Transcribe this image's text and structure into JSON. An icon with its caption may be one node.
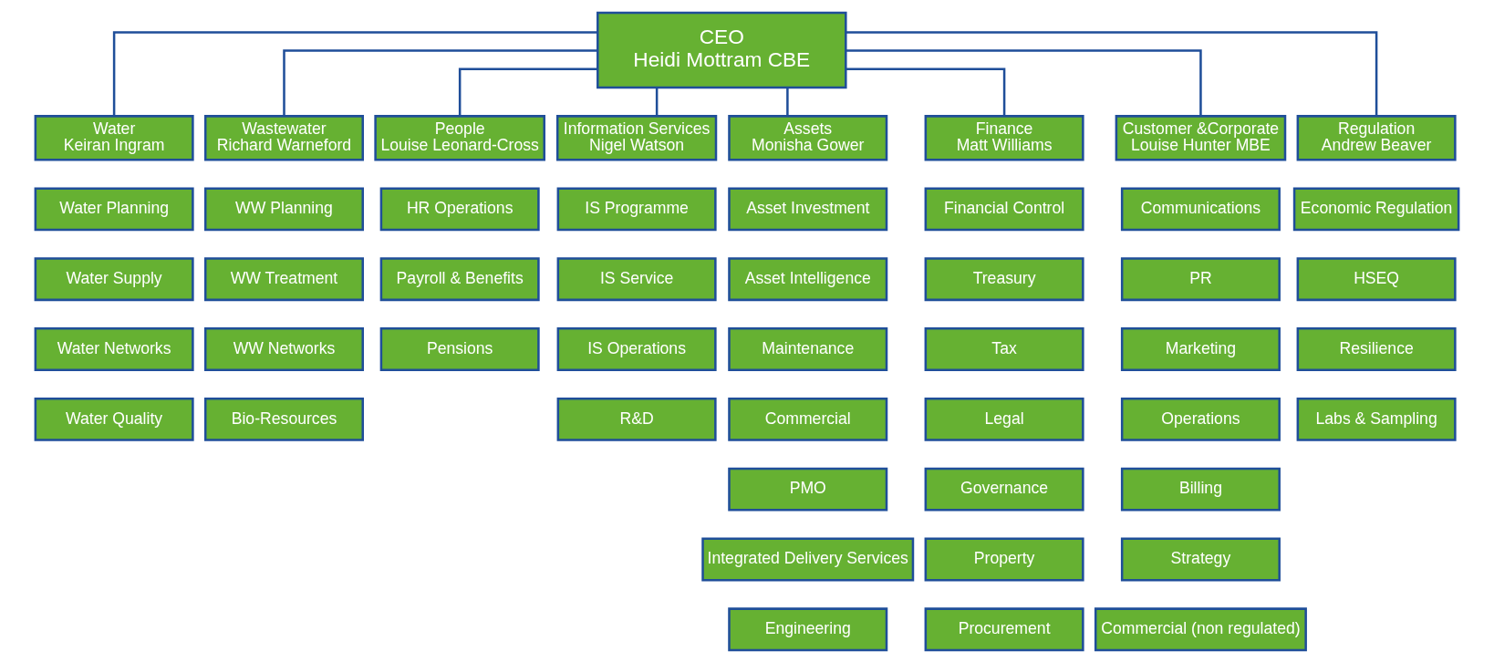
{
  "diagram": {
    "nodes": [
      {
        "text": [
          "CEO",
          "Heidi Mottram CBE"
        ]
      },
      {
        "text": [
          "Water",
          "Keiran Ingram"
        ]
      },
      {
        "text": [
          "Wastewater",
          "Richard Warneford"
        ]
      },
      {
        "text": [
          "People",
          "Louise Leonard-Cross"
        ]
      },
      {
        "text": [
          "Information Services",
          "Nigel Watson"
        ]
      },
      {
        "text": [
          "Assets",
          "Monisha Gower"
        ]
      },
      {
        "text": [
          "Finance",
          "Matt Williams"
        ]
      },
      {
        "text": [
          "Customer &Corporate",
          "Louise Hunter MBE"
        ]
      },
      {
        "text": [
          "Regulation",
          "Andrew Beaver"
        ]
      },
      {
        "text": [
          "Water Planning"
        ]
      },
      {
        "text": [
          "Water Supply"
        ]
      },
      {
        "text": [
          "Water Networks"
        ]
      },
      {
        "text": [
          "Water Quality"
        ]
      },
      {
        "text": [
          "WW Planning"
        ]
      },
      {
        "text": [
          "WW Treatment"
        ]
      },
      {
        "text": [
          "WW Networks"
        ]
      },
      {
        "text": [
          "Bio-Resources"
        ]
      },
      {
        "text": [
          "HR Operations"
        ]
      },
      {
        "text": [
          "Payroll & Benefits"
        ]
      },
      {
        "text": [
          "Pensions"
        ]
      },
      {
        "text": [
          "IS Programme"
        ]
      },
      {
        "text": [
          "IS Service"
        ]
      },
      {
        "text": [
          "IS Operations"
        ]
      },
      {
        "text": [
          "R&D"
        ]
      },
      {
        "text": [
          "Asset Investment"
        ]
      },
      {
        "text": [
          "Asset Intelligence"
        ]
      },
      {
        "text": [
          "Maintenance"
        ]
      },
      {
        "text": [
          "Commercial"
        ]
      },
      {
        "text": [
          "PMO"
        ]
      },
      {
        "text": [
          "Integrated Delivery Services"
        ]
      },
      {
        "text": [
          "Engineering"
        ]
      },
      {
        "text": [
          "Financial Control"
        ]
      },
      {
        "text": [
          "Treasury"
        ]
      },
      {
        "text": [
          "Tax"
        ]
      },
      {
        "text": [
          "Legal"
        ]
      },
      {
        "text": [
          "Governance"
        ]
      },
      {
        "text": [
          "Property"
        ]
      },
      {
        "text": [
          "Procurement"
        ]
      },
      {
        "text": [
          "Communications"
        ]
      },
      {
        "text": [
          "PR"
        ]
      },
      {
        "text": [
          "Marketing"
        ]
      },
      {
        "text": [
          "Operations"
        ]
      },
      {
        "text": [
          "Billing"
        ]
      },
      {
        "text": [
          "Strategy"
        ]
      },
      {
        "text": [
          "Commercial (non regulated)"
        ]
      },
      {
        "text": [
          "Economic Regulation"
        ]
      },
      {
        "text": [
          "HSEQ"
        ]
      },
      {
        "text": [
          "Resilience"
        ]
      },
      {
        "text": [
          "Labs & Sampling"
        ]
      }
    ],
    "edges": [
      {
        "from": 0,
        "to": 1,
        "arrow": "none"
      },
      {
        "from": 0,
        "to": 2,
        "arrow": "none"
      },
      {
        "from": 0,
        "to": 3,
        "arrow": "none"
      },
      {
        "from": 0,
        "to": 4,
        "arrow": "none"
      },
      {
        "from": 0,
        "to": 5,
        "arrow": "none"
      },
      {
        "from": 0,
        "to": 6,
        "arrow": "none"
      },
      {
        "from": 0,
        "to": 7,
        "arrow": "none"
      },
      {
        "from": 0,
        "to": 8,
        "arrow": "none"
      }
    ]
  }
}
